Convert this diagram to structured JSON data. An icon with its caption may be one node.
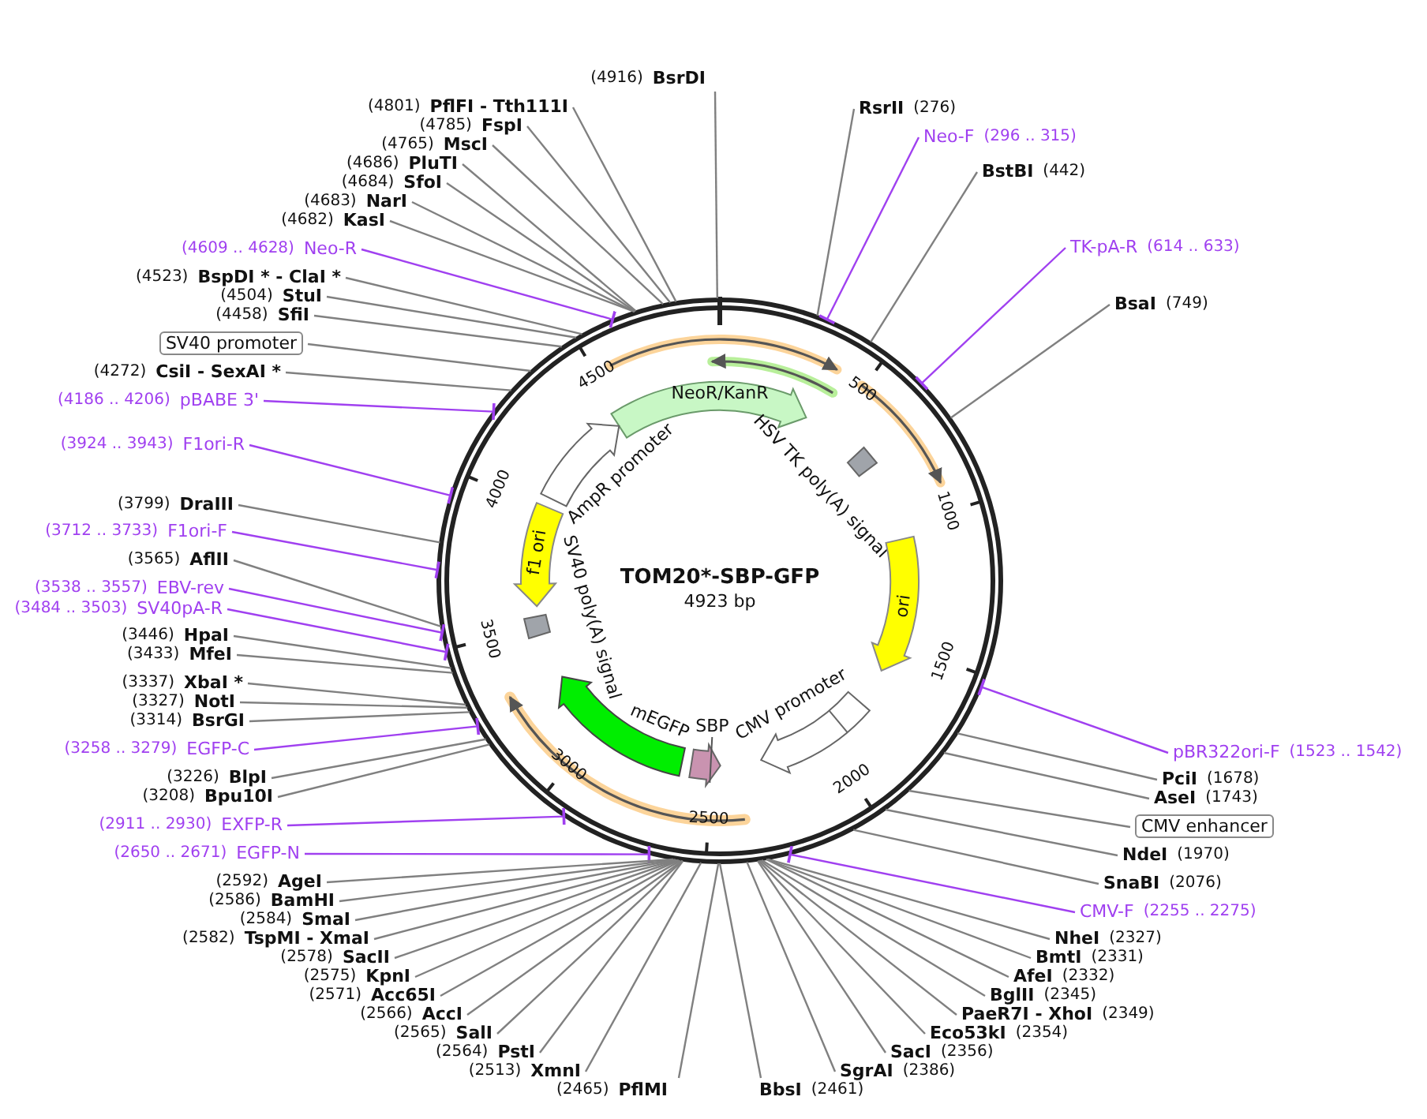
{
  "diagram": {
    "title": "TOM20*-SBP-GFP",
    "caption": "4923 bp",
    "nodes": [
      {
        "text": [
          "(4916)",
          "BsrDI"
        ]
      },
      {
        "text": [
          "(4801)",
          "PflFI - Tth111I"
        ]
      },
      {
        "text": [
          "(4785)",
          "FspI"
        ]
      },
      {
        "text": [
          "(4765)",
          "MscI"
        ]
      },
      {
        "text": [
          "(4686)",
          "PluTI"
        ]
      },
      {
        "text": [
          "(4684)",
          "SfoI"
        ]
      },
      {
        "text": [
          "(4683)",
          "NarI"
        ]
      },
      {
        "text": [
          "(4682)",
          "KasI"
        ]
      },
      {
        "text": [
          "(4609 .. 4628)",
          "Neo-R"
        ]
      },
      {
        "text": [
          "(4523)",
          "BspDI * - ClaI *"
        ]
      },
      {
        "text": [
          "(4504)",
          "StuI"
        ]
      },
      {
        "text": [
          "(4458)",
          "SfiI"
        ]
      },
      {
        "text": [
          "SV40 promoter"
        ]
      },
      {
        "text": [
          "(4272)",
          "CsiI - SexAI *"
        ]
      },
      {
        "text": [
          "(4186 .. 4206)",
          "pBABE 3'"
        ]
      },
      {
        "text": [
          "(3924 .. 3943)",
          "F1ori-R"
        ]
      },
      {
        "text": [
          "(3799)",
          "DraIII"
        ]
      },
      {
        "text": [
          "(3712 .. 3733)",
          "F1ori-F"
        ]
      },
      {
        "text": [
          "(3565)",
          "AflII"
        ]
      },
      {
        "text": [
          "(3538 .. 3557)",
          "EBV-rev"
        ]
      },
      {
        "text": [
          "(3484 .. 3503)",
          "SV40pA-R"
        ]
      },
      {
        "text": [
          "(3446)",
          "HpaI"
        ]
      },
      {
        "text": [
          "(3433)",
          "MfeI"
        ]
      },
      {
        "text": [
          "(3337)",
          "XbaI *"
        ]
      },
      {
        "text": [
          "(3327)",
          "NotI"
        ]
      },
      {
        "text": [
          "(3314)",
          "BsrGI"
        ]
      },
      {
        "text": [
          "(3258 .. 3279)",
          "EGFP-C"
        ]
      },
      {
        "text": [
          "(3226)",
          "BlpI"
        ]
      },
      {
        "text": [
          "(3208)",
          "Bpu10I"
        ]
      },
      {
        "text": [
          "(2911 .. 2930)",
          "EXFP-R"
        ]
      },
      {
        "text": [
          "(2650 .. 2671)",
          "EGFP-N"
        ]
      },
      {
        "text": [
          "(2592)",
          "AgeI"
        ]
      },
      {
        "text": [
          "(2586)",
          "BamHI"
        ]
      },
      {
        "text": [
          "(2584)",
          "SmaI"
        ]
      },
      {
        "text": [
          "(2582)",
          "TspMI - XmaI"
        ]
      },
      {
        "text": [
          "(2578)",
          "SacII"
        ]
      },
      {
        "text": [
          "(2575)",
          "KpnI"
        ]
      },
      {
        "text": [
          "(2571)",
          "Acc65I"
        ]
      },
      {
        "text": [
          "(2566)",
          "AccI"
        ]
      },
      {
        "text": [
          "(2565)",
          "SalI"
        ]
      },
      {
        "text": [
          "(2564)",
          "PstI"
        ]
      },
      {
        "text": [
          "(2513)",
          "XmnI"
        ]
      },
      {
        "text": [
          "(2465)",
          "PflMI"
        ]
      },
      {
        "text": [
          "BbsI",
          "(2461)"
        ]
      },
      {
        "text": [
          "SgrAI",
          "(2386)"
        ]
      },
      {
        "text": [
          "SacI",
          "(2356)"
        ]
      },
      {
        "text": [
          "Eco53kI",
          "(2354)"
        ]
      },
      {
        "text": [
          "PaeR7I - XhoI",
          "(2349)"
        ]
      },
      {
        "text": [
          "BglII",
          "(2345)"
        ]
      },
      {
        "text": [
          "AfeI",
          "(2332)"
        ]
      },
      {
        "text": [
          "BmtI",
          "(2331)"
        ]
      },
      {
        "text": [
          "NheI",
          "(2327)"
        ]
      },
      {
        "text": [
          "CMV-F",
          "(2255 .. 2275)"
        ]
      },
      {
        "text": [
          "SnaBI",
          "(2076)"
        ]
      },
      {
        "text": [
          "NdeI",
          "(1970)"
        ]
      },
      {
        "text": [
          "CMV enhancer"
        ]
      },
      {
        "text": [
          "AseI",
          "(1743)"
        ]
      },
      {
        "text": [
          "PciI",
          "(1678)"
        ]
      },
      {
        "text": [
          "pBR322ori-F",
          "(1523 .. 1542)"
        ]
      },
      {
        "text": [
          "BsaI",
          "(749)"
        ]
      },
      {
        "text": [
          "TK-pA-R",
          "(614 .. 633)"
        ]
      },
      {
        "text": [
          "BstBI",
          "(442)"
        ]
      },
      {
        "text": [
          "Neo-F",
          "(296 .. 315)"
        ]
      },
      {
        "text": [
          "RsrII",
          "(276)"
        ]
      },
      {
        "text": [
          "NeoR/KanR"
        ]
      },
      {
        "text": [
          "HSV TK poly(A) signal"
        ]
      },
      {
        "text": [
          "ori"
        ]
      },
      {
        "text": [
          "CMV promoter"
        ]
      },
      {
        "text": [
          "SBP"
        ]
      },
      {
        "text": [
          "mEGFP"
        ]
      },
      {
        "text": [
          "SV40 poly(A) signal"
        ]
      },
      {
        "text": [
          "f1 ori"
        ]
      },
      {
        "text": [
          "AmpR promoter"
        ]
      }
    ],
    "edges": [
      {
        "from": 0,
        "to": null,
        "arrow": "none"
      },
      {
        "from": 1,
        "to": null,
        "arrow": "none"
      },
      {
        "from": 2,
        "to": null,
        "arrow": "none"
      },
      {
        "from": 3,
        "to": null,
        "arrow": "none"
      },
      {
        "from": 4,
        "to": null,
        "arrow": "none"
      },
      {
        "from": 5,
        "to": null,
        "arrow": "none"
      },
      {
        "from": 6,
        "to": null,
        "arrow": "none"
      },
      {
        "from": 7,
        "to": null,
        "arrow": "none"
      },
      {
        "from": 8,
        "to": null,
        "arrow": "other",
        "color": "#a040f0"
      },
      {
        "from": 9,
        "to": null,
        "arrow": "none"
      },
      {
        "from": 10,
        "to": null,
        "arrow": "none"
      },
      {
        "from": 11,
        "to": null,
        "arrow": "none"
      },
      {
        "from": 12,
        "to": null,
        "arrow": "none"
      },
      {
        "from": 13,
        "to": null,
        "arrow": "none"
      },
      {
        "from": 14,
        "to": null,
        "arrow": "other",
        "color": "#a040f0"
      },
      {
        "from": 15,
        "to": null,
        "arrow": "other",
        "color": "#a040f0"
      },
      {
        "from": 16,
        "to": null,
        "arrow": "none"
      },
      {
        "from": 17,
        "to": null,
        "arrow": "other",
        "color": "#a040f0"
      },
      {
        "from": 18,
        "to": null,
        "arrow": "none"
      },
      {
        "from": 19,
        "to": null,
        "arrow": "other",
        "color": "#a040f0"
      },
      {
        "from": 20,
        "to": null,
        "arrow": "other",
        "color": "#a040f0"
      },
      {
        "from": 21,
        "to": null,
        "arrow": "none"
      },
      {
        "from": 22,
        "to": null,
        "arrow": "none"
      },
      {
        "from": 23,
        "to": null,
        "arrow": "none"
      },
      {
        "from": 24,
        "to": null,
        "arrow": "none"
      },
      {
        "from": 25,
        "to": null,
        "arrow": "none"
      },
      {
        "from": 26,
        "to": null,
        "arrow": "other",
        "color": "#a040f0"
      },
      {
        "from": 27,
        "to": null,
        "arrow": "none"
      },
      {
        "from": 28,
        "to": null,
        "arrow": "none"
      },
      {
        "from": 29,
        "to": null,
        "arrow": "other",
        "color": "#a040f0"
      },
      {
        "from": 30,
        "to": null,
        "arrow": "other",
        "color": "#a040f0"
      },
      {
        "from": 31,
        "to": null,
        "arrow": "none"
      },
      {
        "from": 32,
        "to": null,
        "arrow": "none"
      },
      {
        "from": 33,
        "to": null,
        "arrow": "none"
      },
      {
        "from": 34,
        "to": null,
        "arrow": "none"
      },
      {
        "from": 35,
        "to": null,
        "arrow": "none"
      },
      {
        "from": 36,
        "to": null,
        "arrow": "none"
      },
      {
        "from": 37,
        "to": null,
        "arrow": "none"
      },
      {
        "from": 38,
        "to": null,
        "arrow": "none"
      },
      {
        "from": 39,
        "to": null,
        "arrow": "none"
      },
      {
        "from": 40,
        "to": null,
        "arrow": "none"
      },
      {
        "from": 41,
        "to": null,
        "arrow": "none"
      },
      {
        "from": 42,
        "to": null,
        "arrow": "none"
      },
      {
        "from": 43,
        "to": null,
        "arrow": "none"
      },
      {
        "from": 44,
        "to": null,
        "arrow": "none"
      },
      {
        "from": 45,
        "to": null,
        "arrow": "none"
      },
      {
        "from": 46,
        "to": null,
        "arrow": "none"
      },
      {
        "from": 47,
        "to": null,
        "arrow": "none"
      },
      {
        "from": 48,
        "to": null,
        "arrow": "none"
      },
      {
        "from": 49,
        "to": null,
        "arrow": "none"
      },
      {
        "from": 50,
        "to": null,
        "arrow": "none"
      },
      {
        "from": 51,
        "to": null,
        "arrow": "none"
      },
      {
        "from": 52,
        "to": null,
        "arrow": "other",
        "color": "#a040f0"
      },
      {
        "from": 53,
        "to": null,
        "arrow": "none"
      },
      {
        "from": 54,
        "to": null,
        "arrow": "none"
      },
      {
        "from": 55,
        "to": null,
        "arrow": "none"
      },
      {
        "from": 56,
        "to": null,
        "arrow": "none"
      },
      {
        "from": 57,
        "to": null,
        "arrow": "none"
      },
      {
        "from": 58,
        "to": null,
        "arrow": "other",
        "color": "#a040f0"
      },
      {
        "from": 59,
        "to": null,
        "arrow": "none"
      },
      {
        "from": 60,
        "to": null,
        "arrow": "other",
        "color": "#a040f0"
      },
      {
        "from": 61,
        "to": null,
        "arrow": "none"
      },
      {
        "from": 62,
        "to": null,
        "arrow": "other",
        "color": "#a040f0"
      },
      {
        "from": 63,
        "to": null,
        "arrow": "none"
      }
    ],
    "labels": [
      "4500",
      "500",
      "1000",
      "4000",
      "1500",
      "3500",
      "2000",
      "3000",
      "2500"
    ]
  }
}
